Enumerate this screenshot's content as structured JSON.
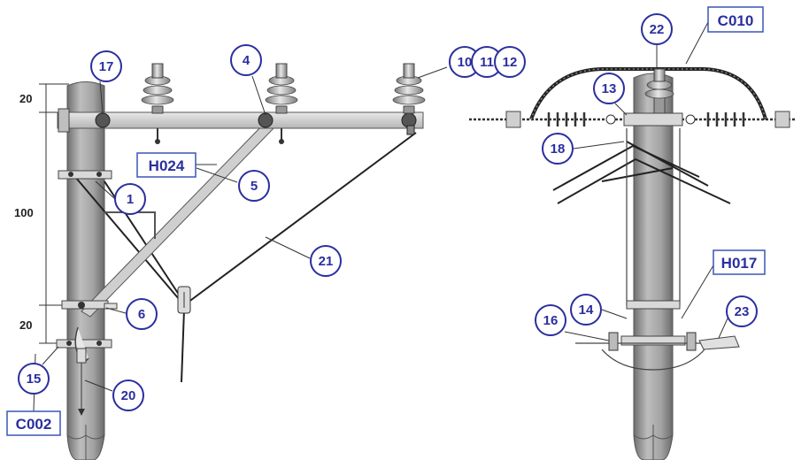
{
  "dimensions": [
    "20",
    "100",
    "20"
  ],
  "callouts": [
    {
      "label": "17"
    },
    {
      "label": "4"
    },
    {
      "label": "10"
    },
    {
      "label": "11"
    },
    {
      "label": "12"
    },
    {
      "label": "1"
    },
    {
      "label": "5"
    },
    {
      "label": "21"
    },
    {
      "label": "6"
    },
    {
      "label": "15"
    },
    {
      "label": "20"
    },
    {
      "label": "22"
    },
    {
      "label": "13"
    },
    {
      "label": "18"
    },
    {
      "label": "14"
    },
    {
      "label": "16"
    },
    {
      "label": "23"
    }
  ],
  "codes": [
    "H024",
    "C002",
    "C010",
    "H017"
  ],
  "colors": {
    "callout": "#2a2f9e",
    "code_border": "#3a55b8",
    "pole": "#a6a6a6"
  }
}
